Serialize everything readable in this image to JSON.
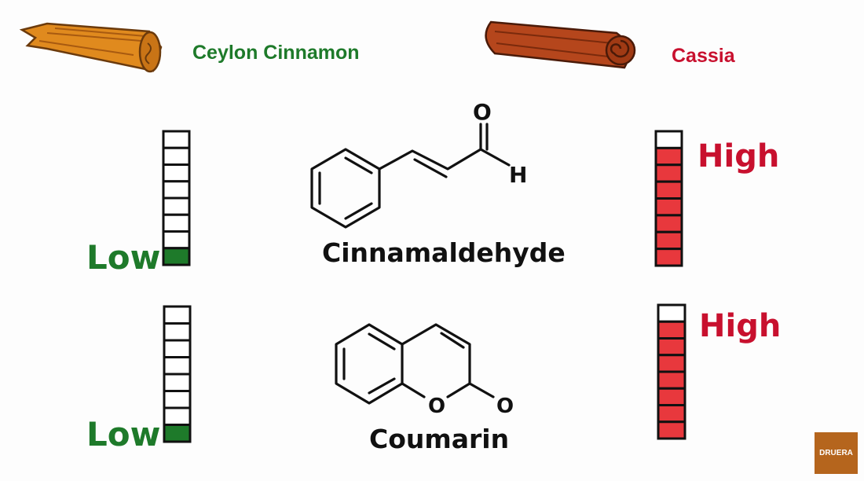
{
  "headers": {
    "ceylon": {
      "label": "Ceylon Cinnamon",
      "color": "#1e7a2a"
    },
    "cassia": {
      "label": "Cassia",
      "color": "#c8102e"
    }
  },
  "compounds": [
    {
      "name": "Cinnamaldehyde",
      "atoms": {
        "oxygen": "O",
        "hydrogen": "H"
      },
      "ceylon": {
        "level_label": "Low",
        "filled_segments": 1,
        "total_segments": 8
      },
      "cassia": {
        "level_label": "High",
        "filled_segments": 7,
        "total_segments": 8
      }
    },
    {
      "name": "Coumarin",
      "atoms": {
        "ring_oxygen": "O",
        "carbonyl_oxygen": "O"
      },
      "ceylon": {
        "level_label": "Low",
        "filled_segments": 1,
        "total_segments": 8
      },
      "cassia": {
        "level_label": "High",
        "filled_segments": 7,
        "total_segments": 8
      }
    }
  ],
  "colors": {
    "low": "#1e7a2a",
    "high": "#e8383d",
    "high_text": "#c8102e",
    "stick_ceylon": "#e08a1e",
    "stick_cassia": "#b5461c"
  },
  "badge": {
    "label": "DRUERA"
  }
}
